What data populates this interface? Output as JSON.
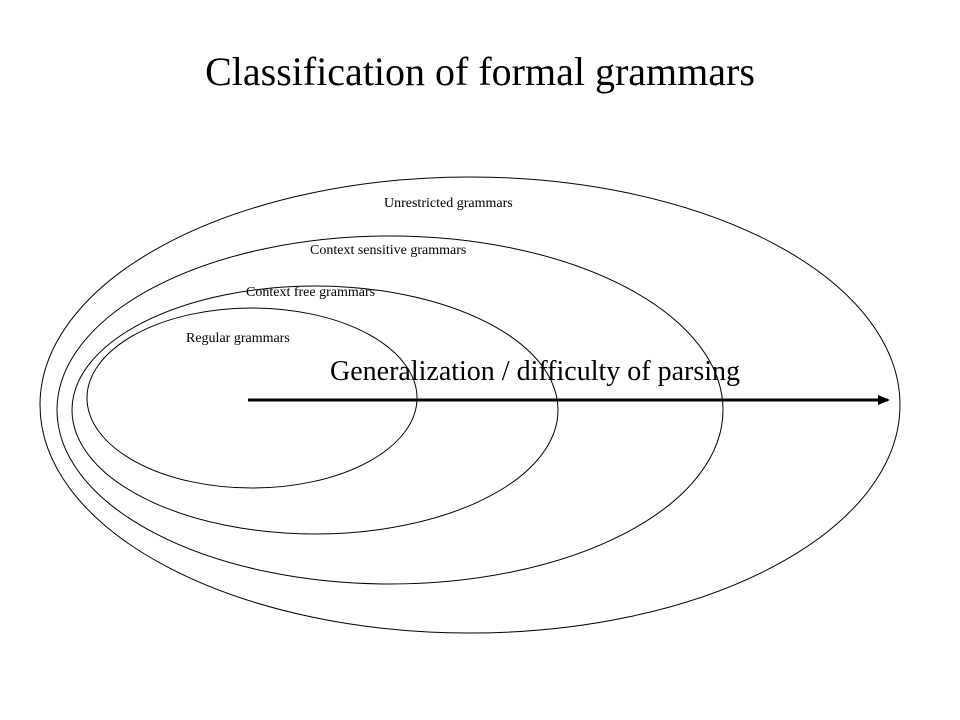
{
  "title": "Classification of formal grammars",
  "sets": [
    {
      "label": "Unrestricted grammars"
    },
    {
      "label": "Context sensitive grammars"
    },
    {
      "label": "Context free grammars"
    },
    {
      "label": "Regular grammars"
    }
  ],
  "axis": {
    "label": "Generalization / difficulty of parsing",
    "arrow_icon": "arrow-right-icon"
  },
  "colors": {
    "stroke": "#000000",
    "background": "#ffffff"
  }
}
